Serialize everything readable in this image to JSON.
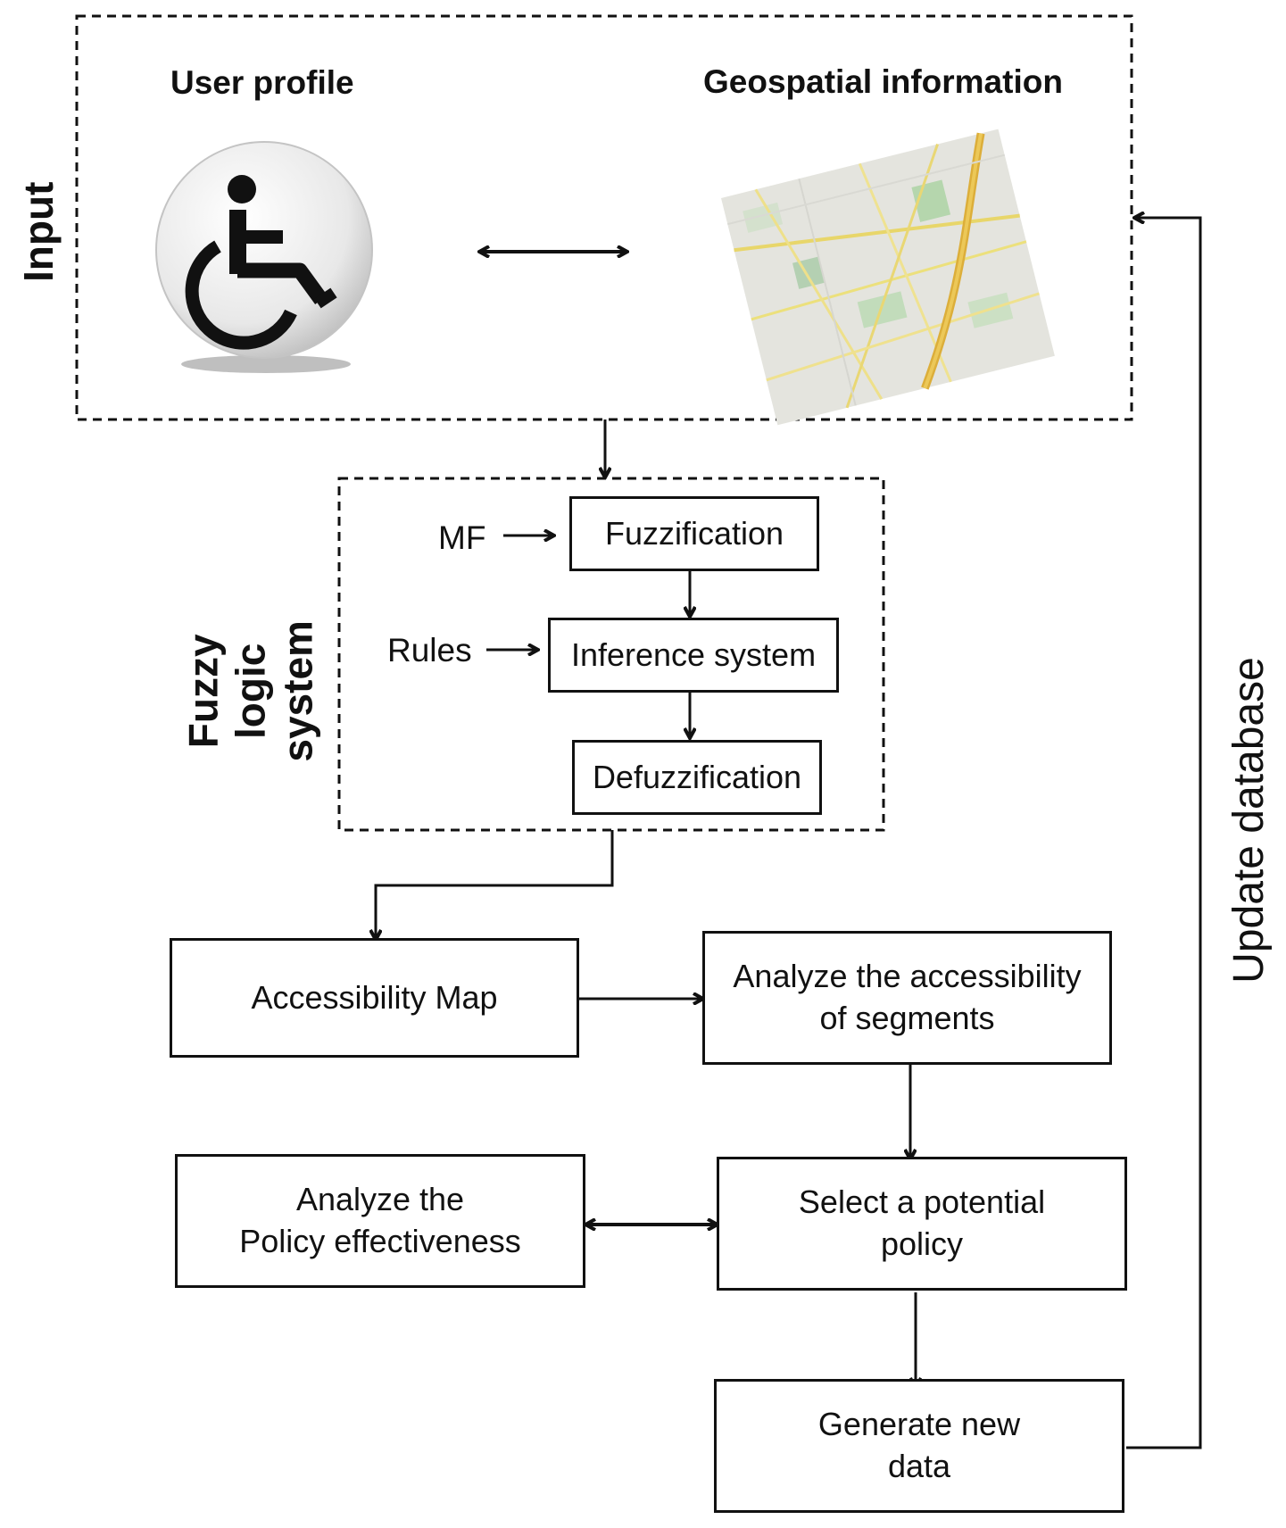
{
  "input": {
    "side_label": "Input",
    "user_profile_label": "User profile",
    "geo_label": "Geospatial information",
    "wheelchair_icon": "wheelchair-icon",
    "map_icon": "map-thumbnail"
  },
  "fuzzy": {
    "side_label_line1": "Fuzzy logic",
    "side_label_line2": "system",
    "mf_label": "MF",
    "rules_label": "Rules",
    "fuzzification": "Fuzzification",
    "inference": "Inference system",
    "defuzzification": "Defuzzification"
  },
  "flow": {
    "accessibility_map": "Accessibility Map",
    "analyze_segments": "Analyze the accessibility\nof segments",
    "select_policy": "Select a potential\npolicy",
    "analyze_policy": "Analyze the\nPolicy effectiveness",
    "generate_data": "Generate new\ndata",
    "update_db": "Update database"
  },
  "colors": {
    "line": "#111111",
    "map_road": "#e0c040",
    "map_green": "#8fc48a"
  }
}
